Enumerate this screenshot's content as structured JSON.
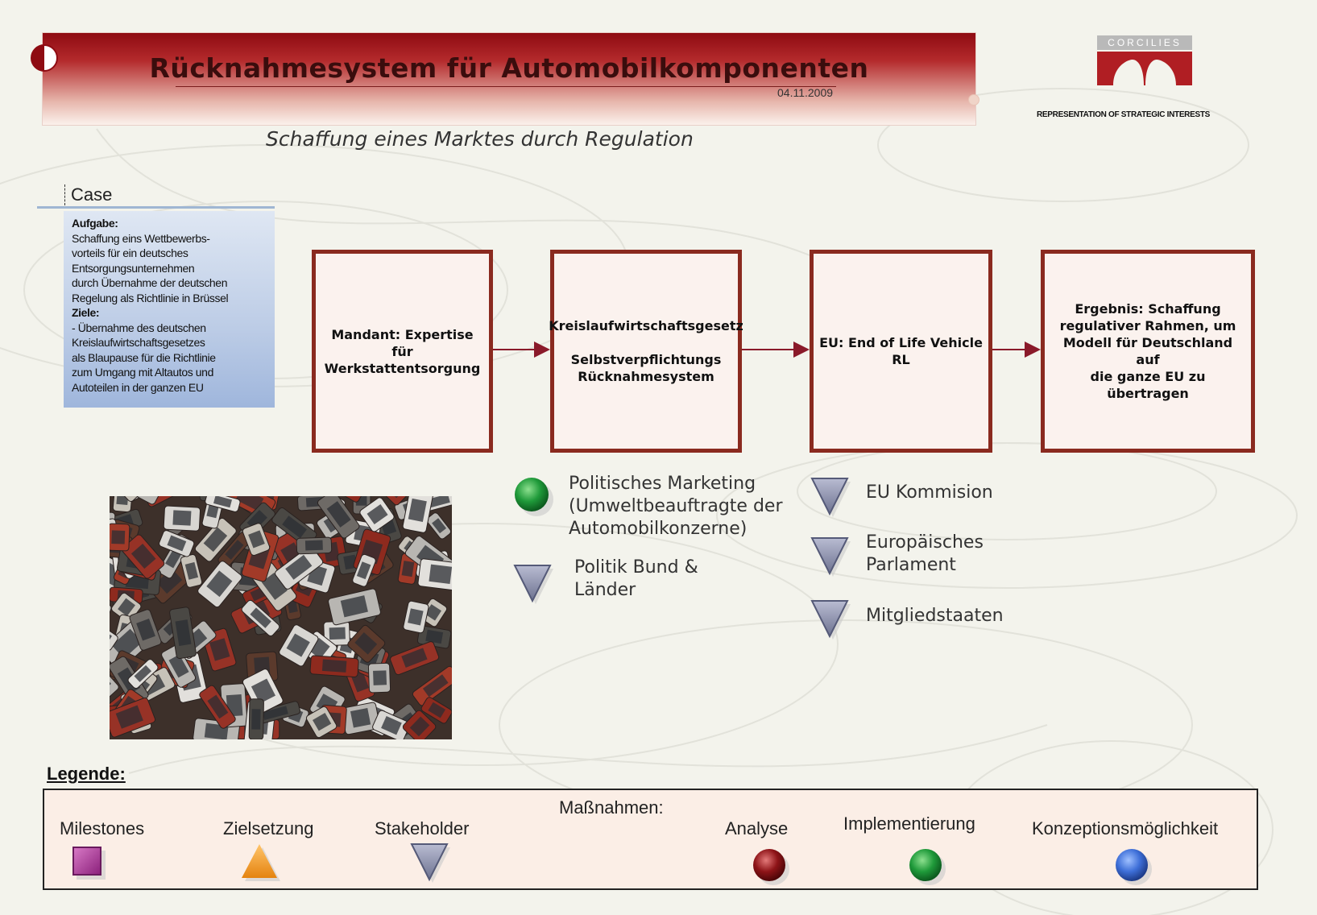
{
  "header": {
    "title": "Rücknahmesystem für Automobilkomponenten",
    "date": "04.11.2009",
    "subtitle": "Schaffung eines Marktes durch Regulation"
  },
  "logo": {
    "name": "CORCILIES",
    "tagline": "REPRESENTATION OF STRATEGIC INTERESTS"
  },
  "case": {
    "title": "Case",
    "task_label": "Aufgabe:",
    "task_text": "Schaffung eins Wettbewerbs-\nvorteils für ein deutsches\nEntsorgungsunternehmen\ndurch Übernahme der deutschen\nRegelung als Richtlinie in Brüssel",
    "goals_label": "Ziele:",
    "goals_text": "- Übernahme des deutschen\nKreislaufwirtschaftsgesetzes\nals Blaupause für die Richtlinie\nzum Umgang mit Altautos und\nAutoteilen in der ganzen EU"
  },
  "process": {
    "steps": [
      {
        "line1": "Mandant: Expertise für",
        "line2": "Werkstattentsorgung"
      },
      {
        "line1": "Kreislaufwirtschaftsgesetz",
        "line2": "Selbstverpflichtungs",
        "line3": "Rücknahmesystem"
      },
      {
        "line1": "EU: End of Life Vehicle RL"
      },
      {
        "line1": "Ergebnis: Schaffung",
        "line2": "regulativer Rahmen, um",
        "line3": "Modell für Deutschland auf",
        "line4": "die ganze EU zu übertragen"
      }
    ]
  },
  "actors": {
    "left": [
      {
        "type": "implementierung",
        "text": "Politisches Marketing\n(Umweltbeauftragte der\nAutomobilkonzerne)"
      },
      {
        "type": "stakeholder",
        "text": "Politik Bund &\nLänder"
      }
    ],
    "right": [
      {
        "type": "stakeholder",
        "text": "EU Kommision"
      },
      {
        "type": "stakeholder",
        "text": "Europäisches\nParlament"
      },
      {
        "type": "stakeholder",
        "text": "Mitgliedstaaten"
      }
    ]
  },
  "legend": {
    "title": "Legende:",
    "measures_label": "Maßnahmen:",
    "items": [
      {
        "label": "Milestones",
        "icon": "purple-square"
      },
      {
        "label": "Zielsetzung",
        "icon": "orange-triangle"
      },
      {
        "label": "Stakeholder",
        "icon": "gray-triangle-down"
      },
      {
        "label": "Analyse",
        "icon": "dark-red-circle"
      },
      {
        "label": "Implementierung",
        "icon": "green-circle"
      },
      {
        "label": "Konzeptionsmöglichkeit",
        "icon": "blue-circle"
      }
    ]
  },
  "colors": {
    "accent_red": "#8a2a1f",
    "banner_dark": "#8e0b12",
    "case_blue": "#9fb6dc",
    "green": "#1f9a3a",
    "stakeholder_gray": "#8a8fa8"
  }
}
